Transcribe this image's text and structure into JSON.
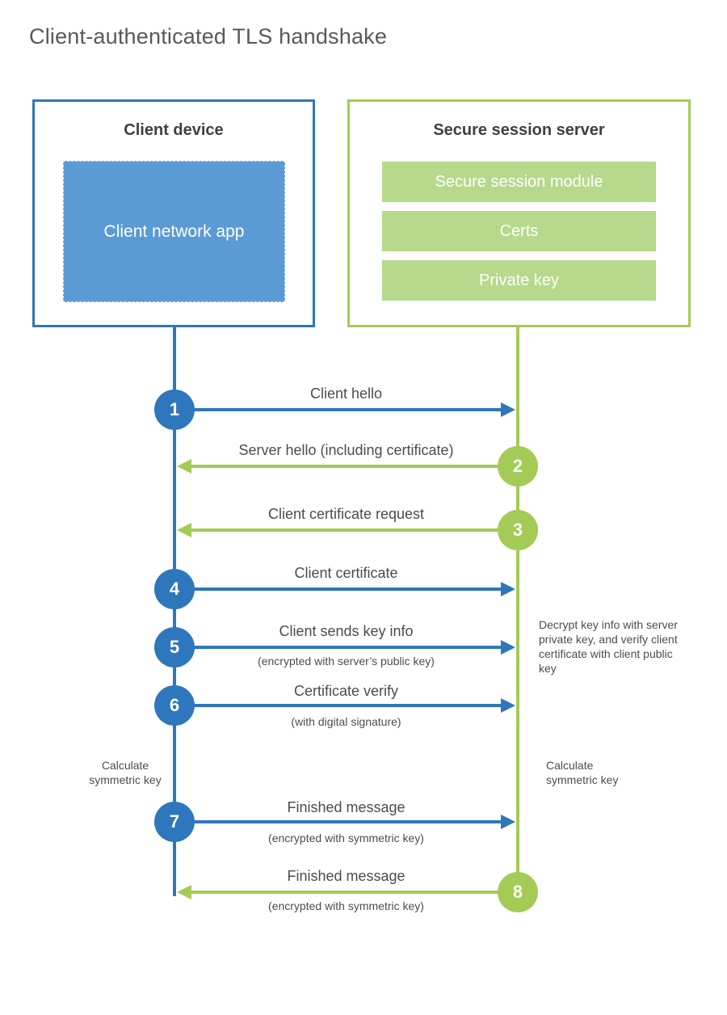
{
  "title": "Client-authenticated TLS handshake",
  "client": {
    "title": "Client device",
    "app_label": "Client network app"
  },
  "server": {
    "title": "Secure session server",
    "modules": [
      "Secure session module",
      "Certs",
      "Private key"
    ]
  },
  "messages": [
    {
      "num": "1",
      "label": "Client hello",
      "sublabel": "",
      "direction": "right",
      "color": "blue"
    },
    {
      "num": "2",
      "label": "Server hello (including certificate)",
      "sublabel": "",
      "direction": "left",
      "color": "green"
    },
    {
      "num": "3",
      "label": "Client certificate request",
      "sublabel": "",
      "direction": "left",
      "color": "green"
    },
    {
      "num": "4",
      "label": "Client certificate",
      "sublabel": "",
      "direction": "right",
      "color": "blue"
    },
    {
      "num": "5",
      "label": "Client sends key info",
      "sublabel": "(encrypted with server’s public key)",
      "direction": "right",
      "color": "blue"
    },
    {
      "num": "6",
      "label": "Certificate verify",
      "sublabel": "(with digital signature)",
      "direction": "right",
      "color": "blue"
    },
    {
      "num": "7",
      "label": "Finished message",
      "sublabel": "(encrypted with symmetric key)",
      "direction": "right",
      "color": "blue"
    },
    {
      "num": "8",
      "label": "Finished message",
      "sublabel": "(encrypted with symmetric key)",
      "direction": "left",
      "color": "green"
    }
  ],
  "notes": {
    "decrypt": "Decrypt key info with server private key, and verify client certificate with client public key",
    "calc_left": "Calculate symmetric key",
    "calc_right": "Calculate symmetric key"
  },
  "colors": {
    "blue": "#2e77bc",
    "blue_fill": "#5b9bd5",
    "green": "#a3cb55",
    "green_fill": "#b6d98b"
  }
}
